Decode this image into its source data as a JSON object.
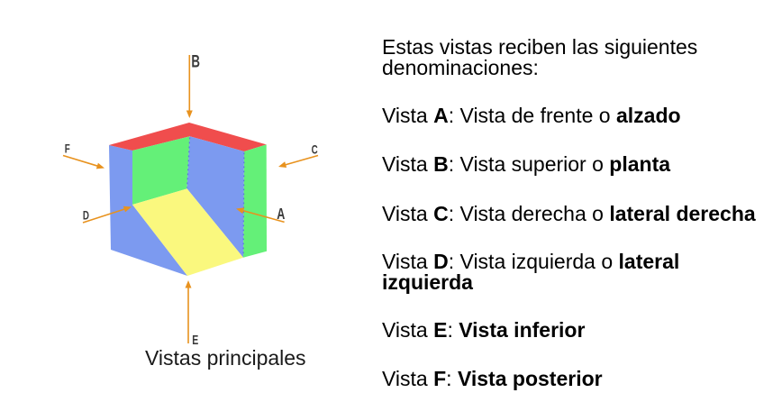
{
  "figure": {
    "caption": "Vistas principales",
    "colors": {
      "top_face": "#F04D4D",
      "side_faces": "#7C9AF0",
      "green_faces": "#64F078",
      "ramp_face": "#FAF87E",
      "dashed_edge": "#5B76DC",
      "arrow": "#E8921E",
      "view_label": "#3A3A3A"
    },
    "view_labels": {
      "front": "A",
      "top": "B",
      "right": "C",
      "left": "D",
      "bottom": "E",
      "back": "F"
    }
  },
  "panel": {
    "intro": "Estas vistas reciben las siguientes denominaciones:",
    "items": [
      {
        "pre": "Vista ",
        "letter": "A",
        "mid": ": Vista de frente o ",
        "bold": "alzado"
      },
      {
        "pre": "Vista ",
        "letter": "B",
        "mid": ": Vista superior o ",
        "bold": "planta"
      },
      {
        "pre": "Vista ",
        "letter": "C",
        "mid": ": Vista derecha o ",
        "bold": "lateral derecha"
      },
      {
        "pre": "Vista ",
        "letter": "D",
        "mid": ": Vista izquierda o ",
        "bold": "lateral izquierda"
      },
      {
        "pre": "Vista ",
        "letter": "E",
        "mid": ": ",
        "bold": "Vista inferior"
      },
      {
        "pre": "Vista ",
        "letter": "F",
        "mid": ": ",
        "bold": "Vista posterior"
      }
    ]
  }
}
